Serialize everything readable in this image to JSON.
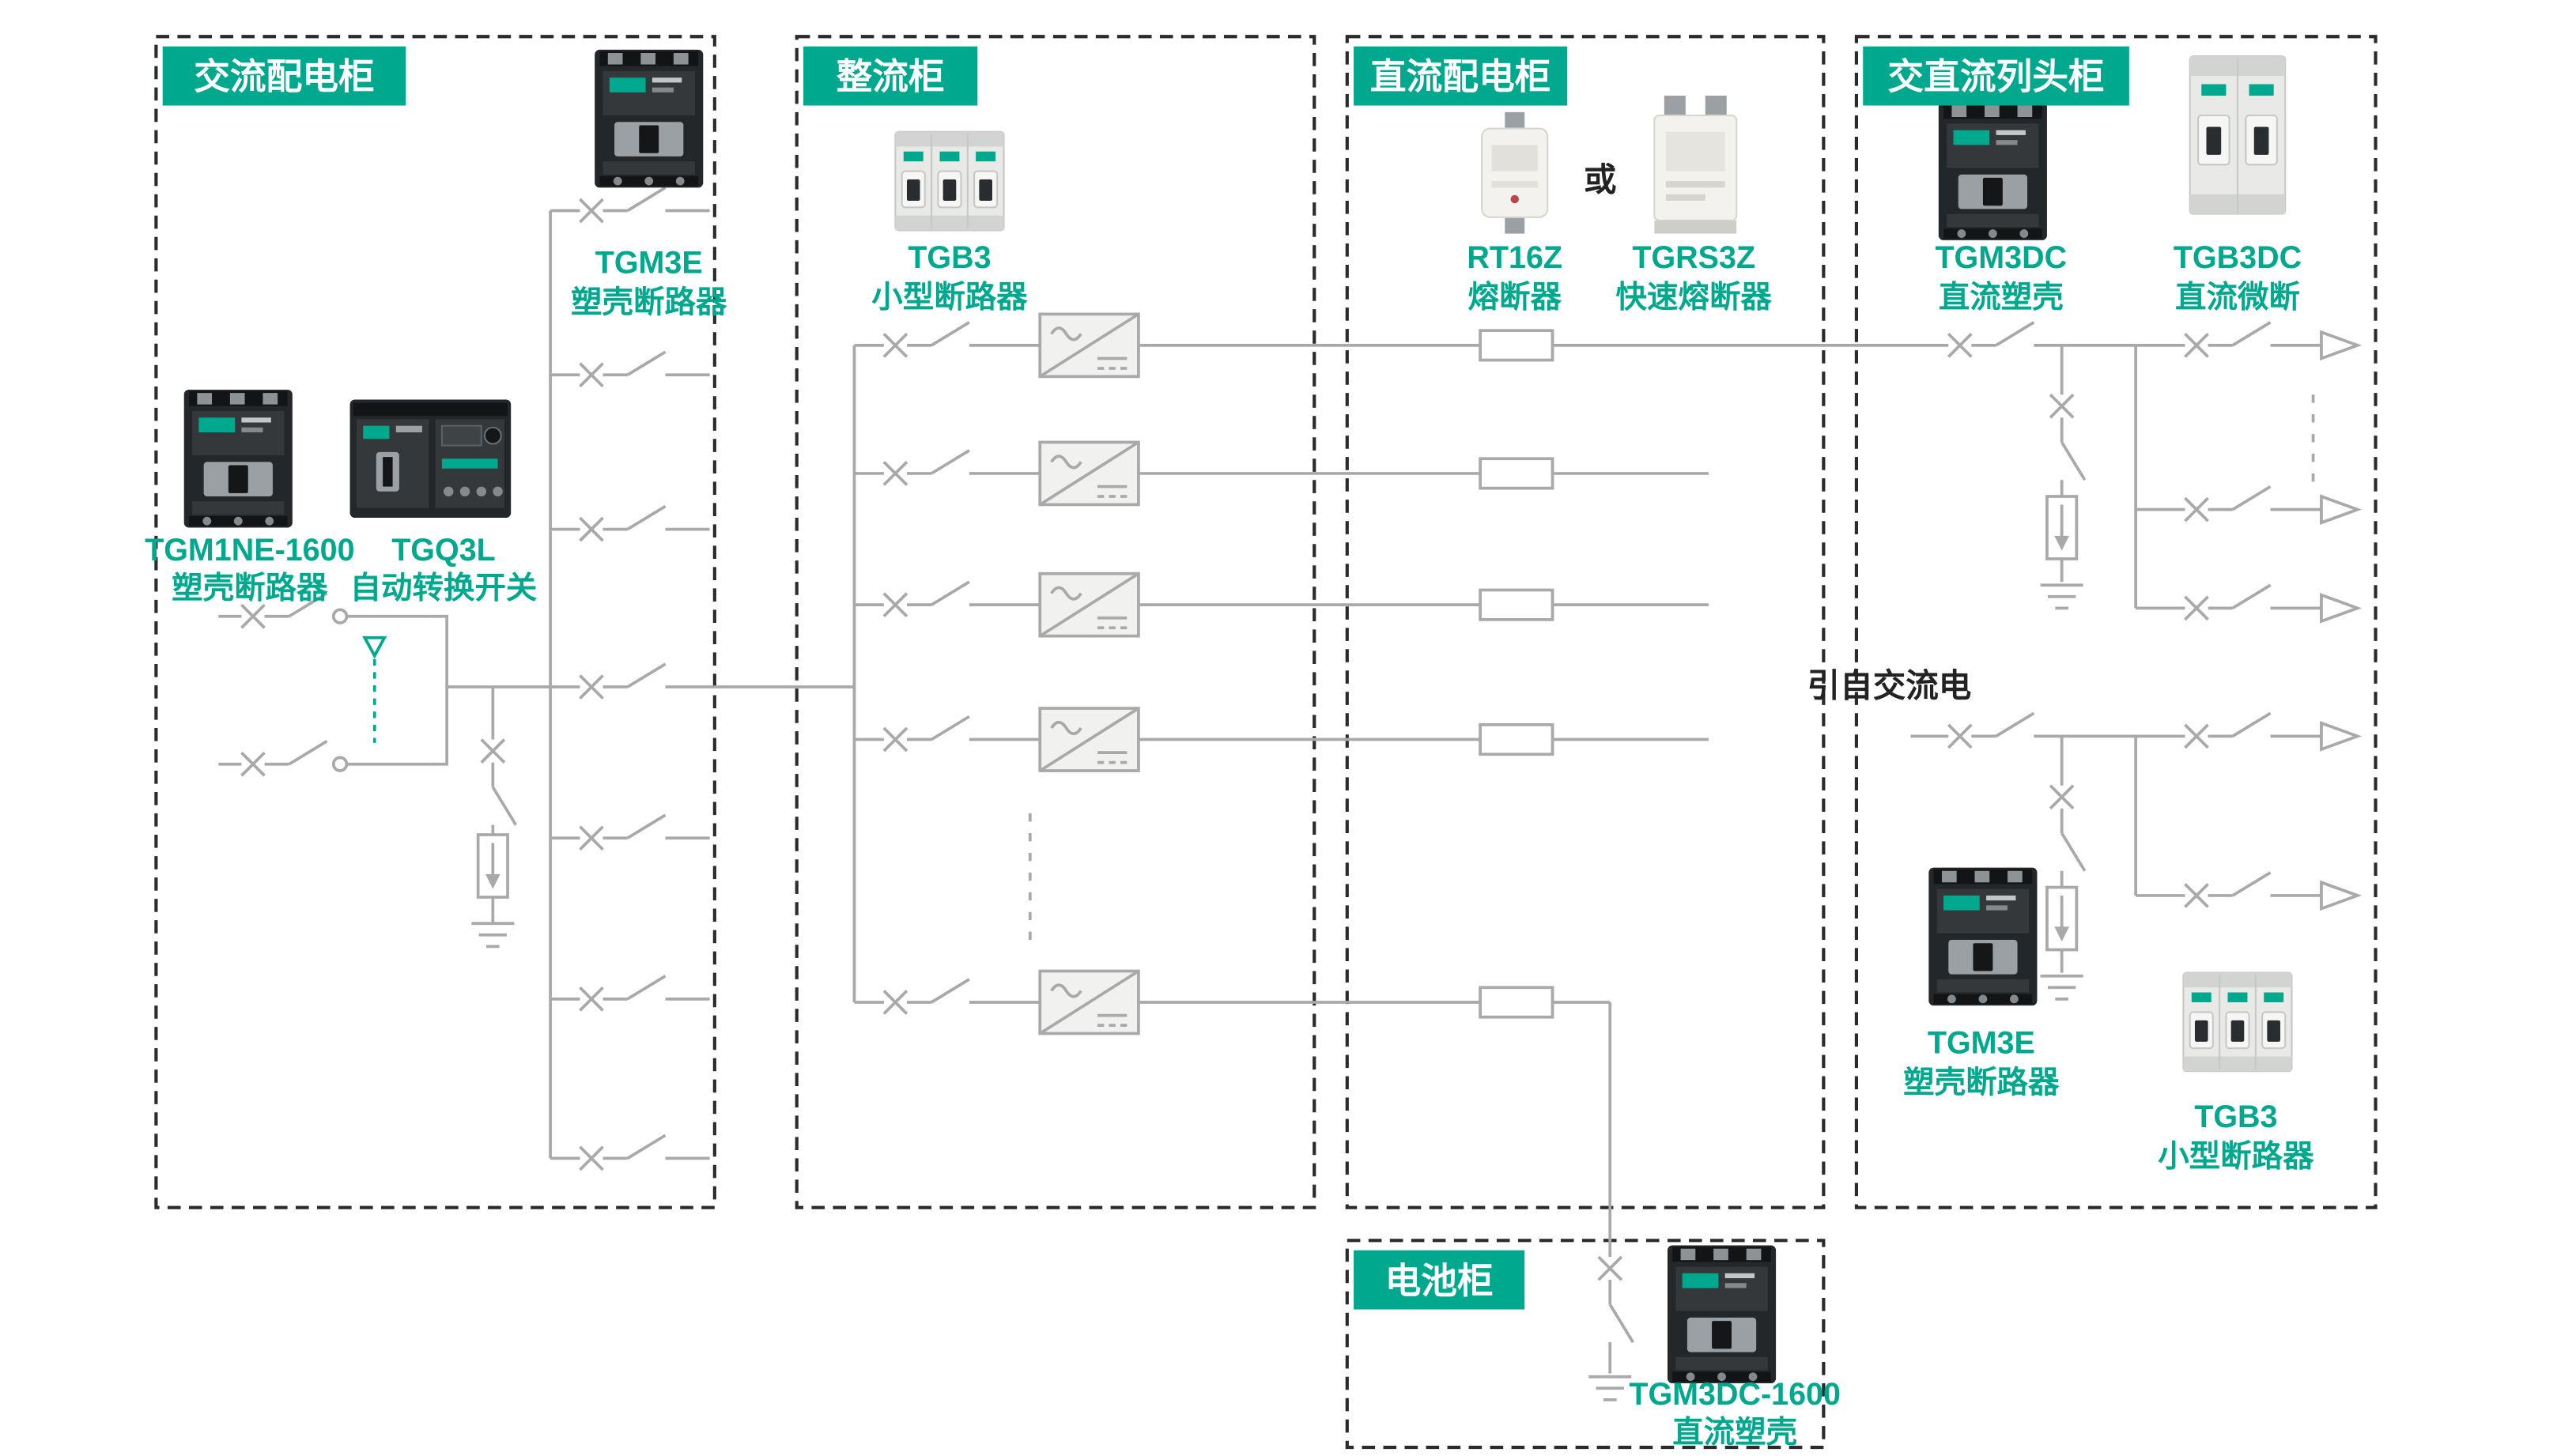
{
  "colors": {
    "teal": "#00a88e",
    "wire": "#a9a9a9",
    "border": "#2b2b2b",
    "dark_text": "#222222"
  },
  "cabinets": [
    {
      "id": "ac",
      "title": "交流配电柜"
    },
    {
      "id": "rectifier",
      "title": "整流柜"
    },
    {
      "id": "dc",
      "title": "直流配电柜"
    },
    {
      "id": "rowhead",
      "title": "交直流列头柜"
    },
    {
      "id": "battery",
      "title": "电池柜"
    }
  ],
  "labels": {
    "tgm3e_ac": {
      "model": "TGM3E",
      "type": "塑壳断路器"
    },
    "tgm1ne": {
      "model": "TGM1NE-1600",
      "type": "塑壳断路器"
    },
    "tgq3l": {
      "model": "TGQ3L",
      "type": "自动转换开关"
    },
    "tgb3_rect": {
      "model": "TGB3",
      "type": "小型断路器"
    },
    "rt16z": {
      "model": "RT16Z",
      "type": "熔断器"
    },
    "or": "或",
    "tgrs3z": {
      "model": "TGRS3Z",
      "type": "快速熔断器"
    },
    "tgm3dc": {
      "model": "TGM3DC",
      "type": "直流塑壳"
    },
    "tgb3dc": {
      "model": "TGB3DC",
      "type": "直流微断"
    },
    "ac_source": "引自交流电",
    "tgm3e_row": {
      "model": "TGM3E",
      "type": "塑壳断路器"
    },
    "tgb3_row": {
      "model": "TGB3",
      "type": "小型断路器"
    },
    "tgm3dc1600": {
      "model": "TGM3DC-1600",
      "type": "直流塑壳"
    }
  },
  "symbols": [
    "breaker-symbol",
    "contact-icon",
    "ats-actuator-icon",
    "surge-arrester-icon",
    "ground-icon",
    "rectifier-icon",
    "fuse-icon",
    "arrow-icon",
    "battery-icon"
  ]
}
